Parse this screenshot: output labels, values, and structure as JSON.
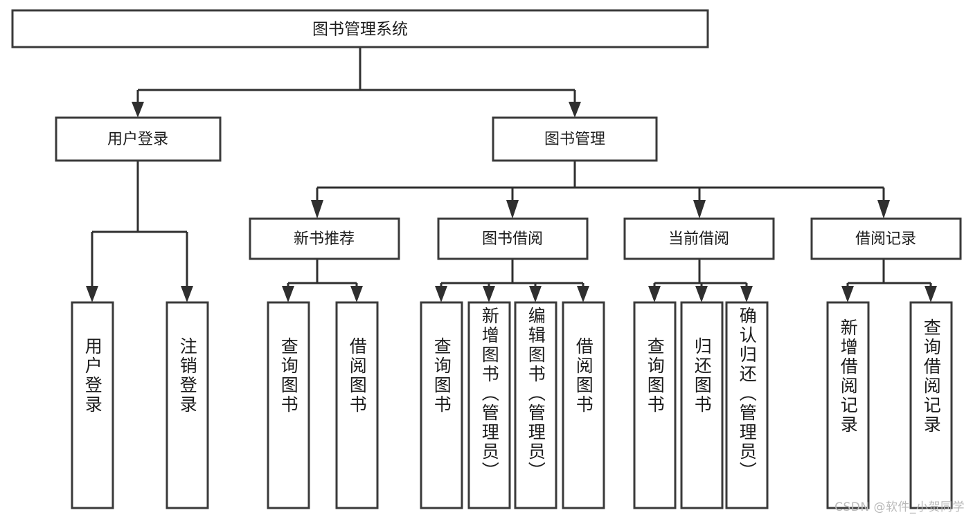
{
  "diagram": {
    "type": "tree-hierarchy",
    "title": "图书管理系统",
    "root": {
      "label": "图书管理系统",
      "orientation": "horizontal"
    },
    "level1": [
      {
        "label": "用户登录",
        "orientation": "horizontal"
      },
      {
        "label": "图书管理",
        "orientation": "horizontal"
      }
    ],
    "level2": [
      {
        "label": "新书推荐",
        "orientation": "horizontal",
        "parent": "图书管理"
      },
      {
        "label": "图书借阅",
        "orientation": "horizontal",
        "parent": "图书管理"
      },
      {
        "label": "当前借阅",
        "orientation": "horizontal",
        "parent": "图书管理"
      },
      {
        "label": "借阅记录",
        "orientation": "horizontal",
        "parent": "图书管理"
      }
    ],
    "leaves": [
      {
        "label": "用户登录",
        "orientation": "vertical",
        "parent": "用户登录"
      },
      {
        "label": "注销登录",
        "orientation": "vertical",
        "parent": "用户登录"
      },
      {
        "label": "查询图书",
        "orientation": "vertical",
        "parent": "新书推荐"
      },
      {
        "label": "借阅图书",
        "orientation": "vertical",
        "parent": "新书推荐"
      },
      {
        "label": "查询图书",
        "orientation": "vertical",
        "parent": "图书借阅"
      },
      {
        "label": "新增图书（管理员）",
        "orientation": "vertical",
        "parent": "图书借阅"
      },
      {
        "label": "编辑图书（管理员）",
        "orientation": "vertical",
        "parent": "图书借阅"
      },
      {
        "label": "借阅图书",
        "orientation": "vertical",
        "parent": "图书借阅"
      },
      {
        "label": "查询图书",
        "orientation": "vertical",
        "parent": "当前借阅"
      },
      {
        "label": "归还图书",
        "orientation": "vertical",
        "parent": "当前借阅"
      },
      {
        "label": "确认归还（管理员）",
        "orientation": "vertical",
        "parent": "当前借阅"
      },
      {
        "label": "新增借阅记录",
        "orientation": "vertical",
        "parent": "借阅记录"
      },
      {
        "label": "查询借阅记录",
        "orientation": "vertical",
        "parent": "借阅记录"
      }
    ],
    "colors": {
      "box_stroke": "#3a3a3a",
      "box_fill": "#ffffff",
      "connector": "#2f2f2f",
      "text": "#1c1c1c",
      "background": "#ffffff",
      "watermark": "#b9b9b9"
    }
  },
  "watermark": {
    "text": "CSDN @软件_小贺同学"
  }
}
